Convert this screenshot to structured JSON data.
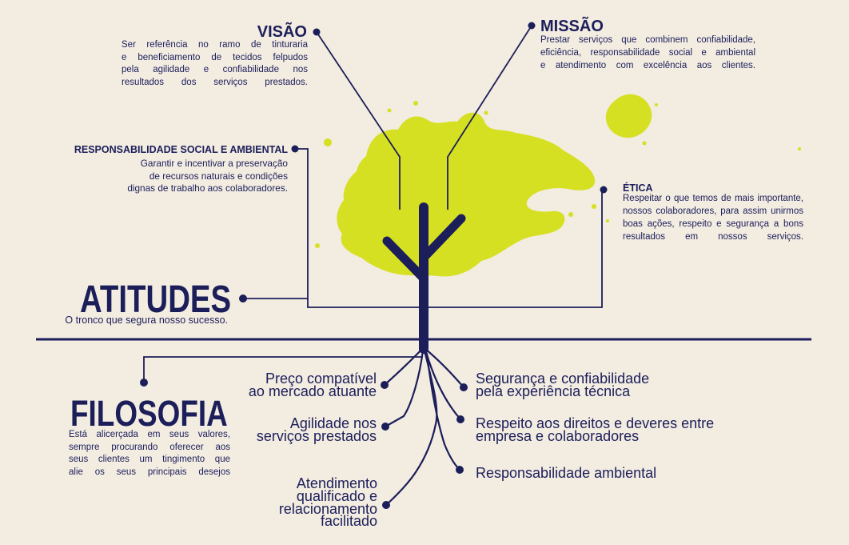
{
  "colors": {
    "background": "#f2ece1",
    "navy": "#1c1e5a",
    "lime": "#d6e022"
  },
  "vision": {
    "title": "VISÃO",
    "lines": [
      "Ser referência no ramo de tinturaria",
      "e beneficiamento de tecidos felpudos",
      "pela agilidade e confiabilidade nos",
      "resultados dos serviços prestados."
    ]
  },
  "mission": {
    "title": "MISSÃO",
    "lines": [
      "Prestar serviços que combinem confiabilidade,",
      "eficiência, responsabilidade social e ambiental",
      "e atendimento com excelência aos clientes."
    ]
  },
  "social": {
    "title": "RESPONSABILIDADE SOCIAL E AMBIENTAL",
    "lines": [
      "Garantir e incentivar a preservação",
      "de recursos naturais e condições",
      "dignas de trabalho aos colaboradores."
    ]
  },
  "ethics": {
    "title": "ÉTICA",
    "lines": [
      "Respeitar o que temos de mais importante,",
      "nossos colaboradores, para assim unirmos",
      "boas ações, respeito e segurança a bons",
      "resultados em nossos serviços."
    ]
  },
  "attitudes": {
    "title": "ATITUDES",
    "subtitle": "O tronco que segura nosso sucesso."
  },
  "philosophy": {
    "title": "FILOSOFIA",
    "lines": [
      "Está alicerçada em seus valores,",
      "sempre procurando oferecer aos",
      "seus clientes um tingimento que",
      "alie os seus principais desejos"
    ]
  },
  "roots": {
    "left": [
      {
        "lines": [
          "Preço compatível",
          "ao mercado atuante"
        ]
      },
      {
        "lines": [
          "Agilidade nos",
          "serviços prestados"
        ]
      },
      {
        "lines": [
          "Atendimento",
          "qualificado e",
          "relacionamento",
          "facilitado"
        ]
      }
    ],
    "right": [
      {
        "lines": [
          "Segurança e confiabilidade",
          "pela experiência técnica"
        ]
      },
      {
        "lines": [
          "Respeito aos direitos e deveres entre",
          "empresa e colaboradores"
        ]
      },
      {
        "lines": [
          "Responsabilidade ambiental"
        ]
      }
    ]
  }
}
